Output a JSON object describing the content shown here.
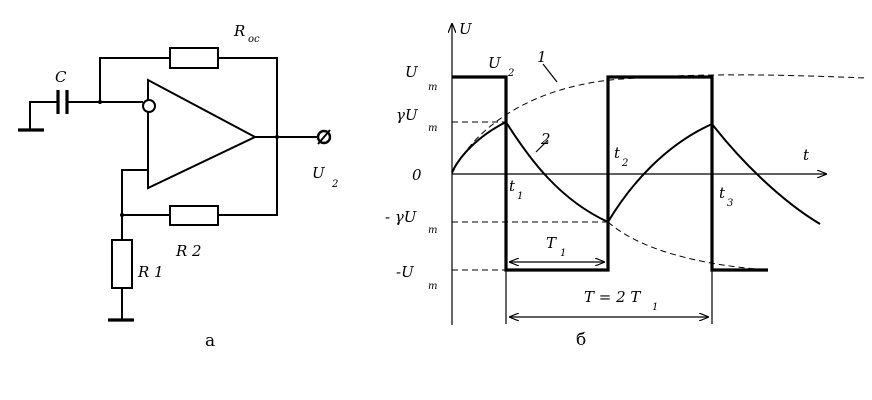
{
  "circuit": {
    "capacitor": "C",
    "feedback_resistor": "R",
    "feedback_resistor_sub": "oc",
    "output": "U",
    "output_sub": "2",
    "r2": "R 2",
    "r1": "R 1",
    "caption": "a"
  },
  "graph": {
    "y_axis": "U",
    "x_axis": "t",
    "um": "U",
    "um_sub": "m",
    "gamma_um": "γU",
    "gamma_um_sub": "m",
    "zero": "0",
    "neg_gamma_um": "- γU",
    "neg_gamma_um_sub": "m",
    "neg_um": "-U",
    "neg_um_sub": "m",
    "u2": "U",
    "u2_sub": "2",
    "curve1": "1",
    "curve2": "2",
    "t1": "t",
    "t1_sub": "1",
    "t2": "t",
    "t2_sub": "2",
    "t3": "t",
    "t3_sub": "3",
    "period_T1": "T",
    "period_T1_sub": "1",
    "period_T": "T = 2 T",
    "period_T_sub": "1",
    "caption": "б"
  }
}
